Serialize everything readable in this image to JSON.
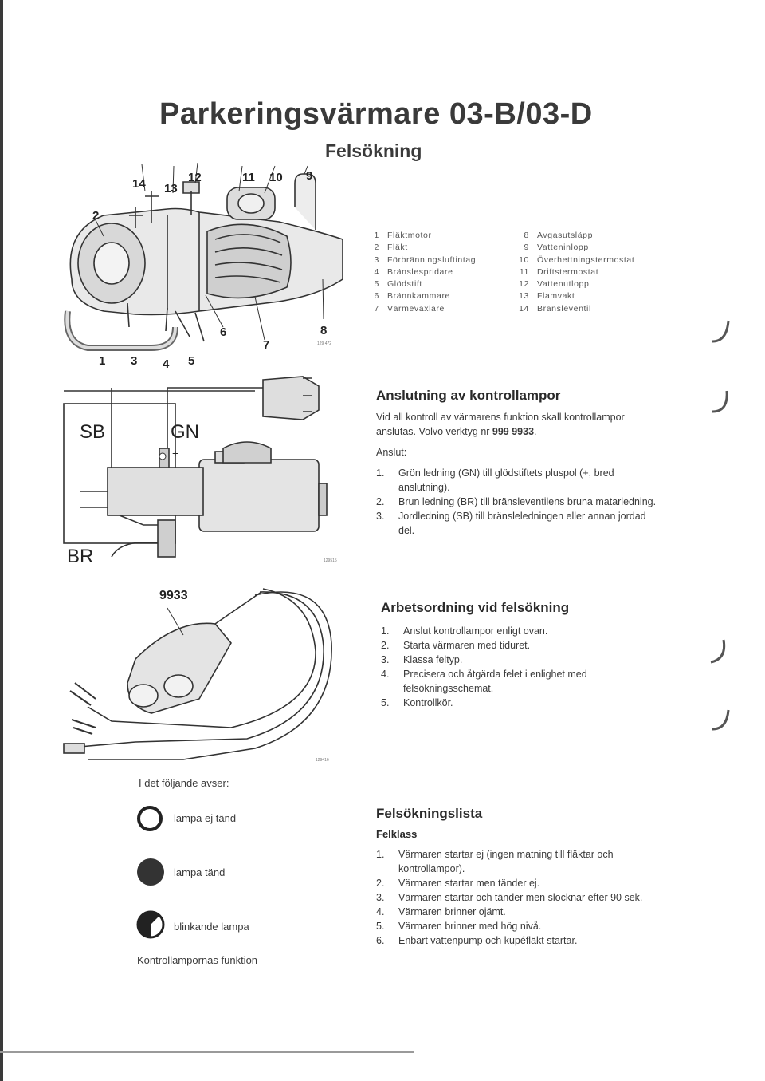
{
  "header": {
    "title": "Parkeringsvärmare 03-B/03-D",
    "subtitle": "Felsökning"
  },
  "figure1": {
    "callouts": [
      "14",
      "13",
      "12",
      "11",
      "10",
      "9",
      "2",
      "6",
      "8",
      "7",
      "1",
      "3",
      "4",
      "5"
    ],
    "ref": "129 472"
  },
  "legend_left": [
    {
      "n": "1",
      "label": "Fläktmotor"
    },
    {
      "n": "2",
      "label": "Fläkt"
    },
    {
      "n": "3",
      "label": "Förbränningsluftintag"
    },
    {
      "n": "4",
      "label": "Bränslespridare"
    },
    {
      "n": "5",
      "label": "Glödstift"
    },
    {
      "n": "6",
      "label": "Brännkammare"
    },
    {
      "n": "7",
      "label": "Värmeväxlare"
    }
  ],
  "legend_right": [
    {
      "n": "8",
      "label": "Avgasutsläpp"
    },
    {
      "n": "9",
      "label": "Vatteninlopp"
    },
    {
      "n": "10",
      "label": "Överhettningstermostat"
    },
    {
      "n": "11",
      "label": "Driftstermostat"
    },
    {
      "n": "12",
      "label": "Vattenutlopp"
    },
    {
      "n": "13",
      "label": "Flamvakt"
    },
    {
      "n": "14",
      "label": "Bränsleventil"
    }
  ],
  "figure2": {
    "labels": {
      "sb": "SB",
      "gn": "GN",
      "br": "BR",
      "plus": "+"
    },
    "ref": "129515"
  },
  "figure3": {
    "tool": "9933",
    "ref": "129416"
  },
  "anslutning": {
    "heading": "Anslutning av kontrollampor",
    "intro_a": "Vid all kontroll av värmarens funktion skall kontrollampor anslutas. Volvo verktyg nr ",
    "intro_tool": "999 9933",
    "intro_b": ".",
    "anslut": "Anslut:",
    "items": [
      {
        "n": "1.",
        "t": "Grön ledning (GN) till glödstiftets pluspol (+, bred anslutning)."
      },
      {
        "n": "2.",
        "t": "Brun ledning (BR) till bränsleventilens bruna matarledning."
      },
      {
        "n": "3.",
        "t": "Jordledning (SB) till bränsleledningen eller annan jordad del."
      }
    ]
  },
  "arbetsordning": {
    "heading": "Arbetsordning vid felsökning",
    "items": [
      {
        "n": "1.",
        "t": "Anslut kontrollampor enligt ovan."
      },
      {
        "n": "2.",
        "t": "Starta värmaren med tiduret."
      },
      {
        "n": "3.",
        "t": "Klassa feltyp."
      },
      {
        "n": "4.",
        "t": "Precisera och åtgärda felet i enlighet med felsökningsschemat."
      },
      {
        "n": "5.",
        "t": "Kontrollkör."
      }
    ]
  },
  "lamps": {
    "intro": "I det följande avser:",
    "off": "lampa ej tänd",
    "on": "lampa tänd",
    "blink": "blinkande lampa",
    "caption": "Kontrollampornas funktion"
  },
  "felsokningslista": {
    "heading": "Felsökningslista",
    "subheading": "Felklass",
    "items": [
      {
        "n": "1.",
        "t": "Värmaren startar ej (ingen matning till fläktar och kontrollampor)."
      },
      {
        "n": "2.",
        "t": "Värmaren startar men tänder ej."
      },
      {
        "n": "3.",
        "t": "Värmaren startar och tänder men slocknar efter 90 sek."
      },
      {
        "n": "4.",
        "t": "Värmaren brinner ojämt."
      },
      {
        "n": "5.",
        "t": "Värmaren brinner med hög nivå."
      },
      {
        "n": "6.",
        "t": "Enbart vattenpump och kupéfläkt startar."
      }
    ]
  }
}
